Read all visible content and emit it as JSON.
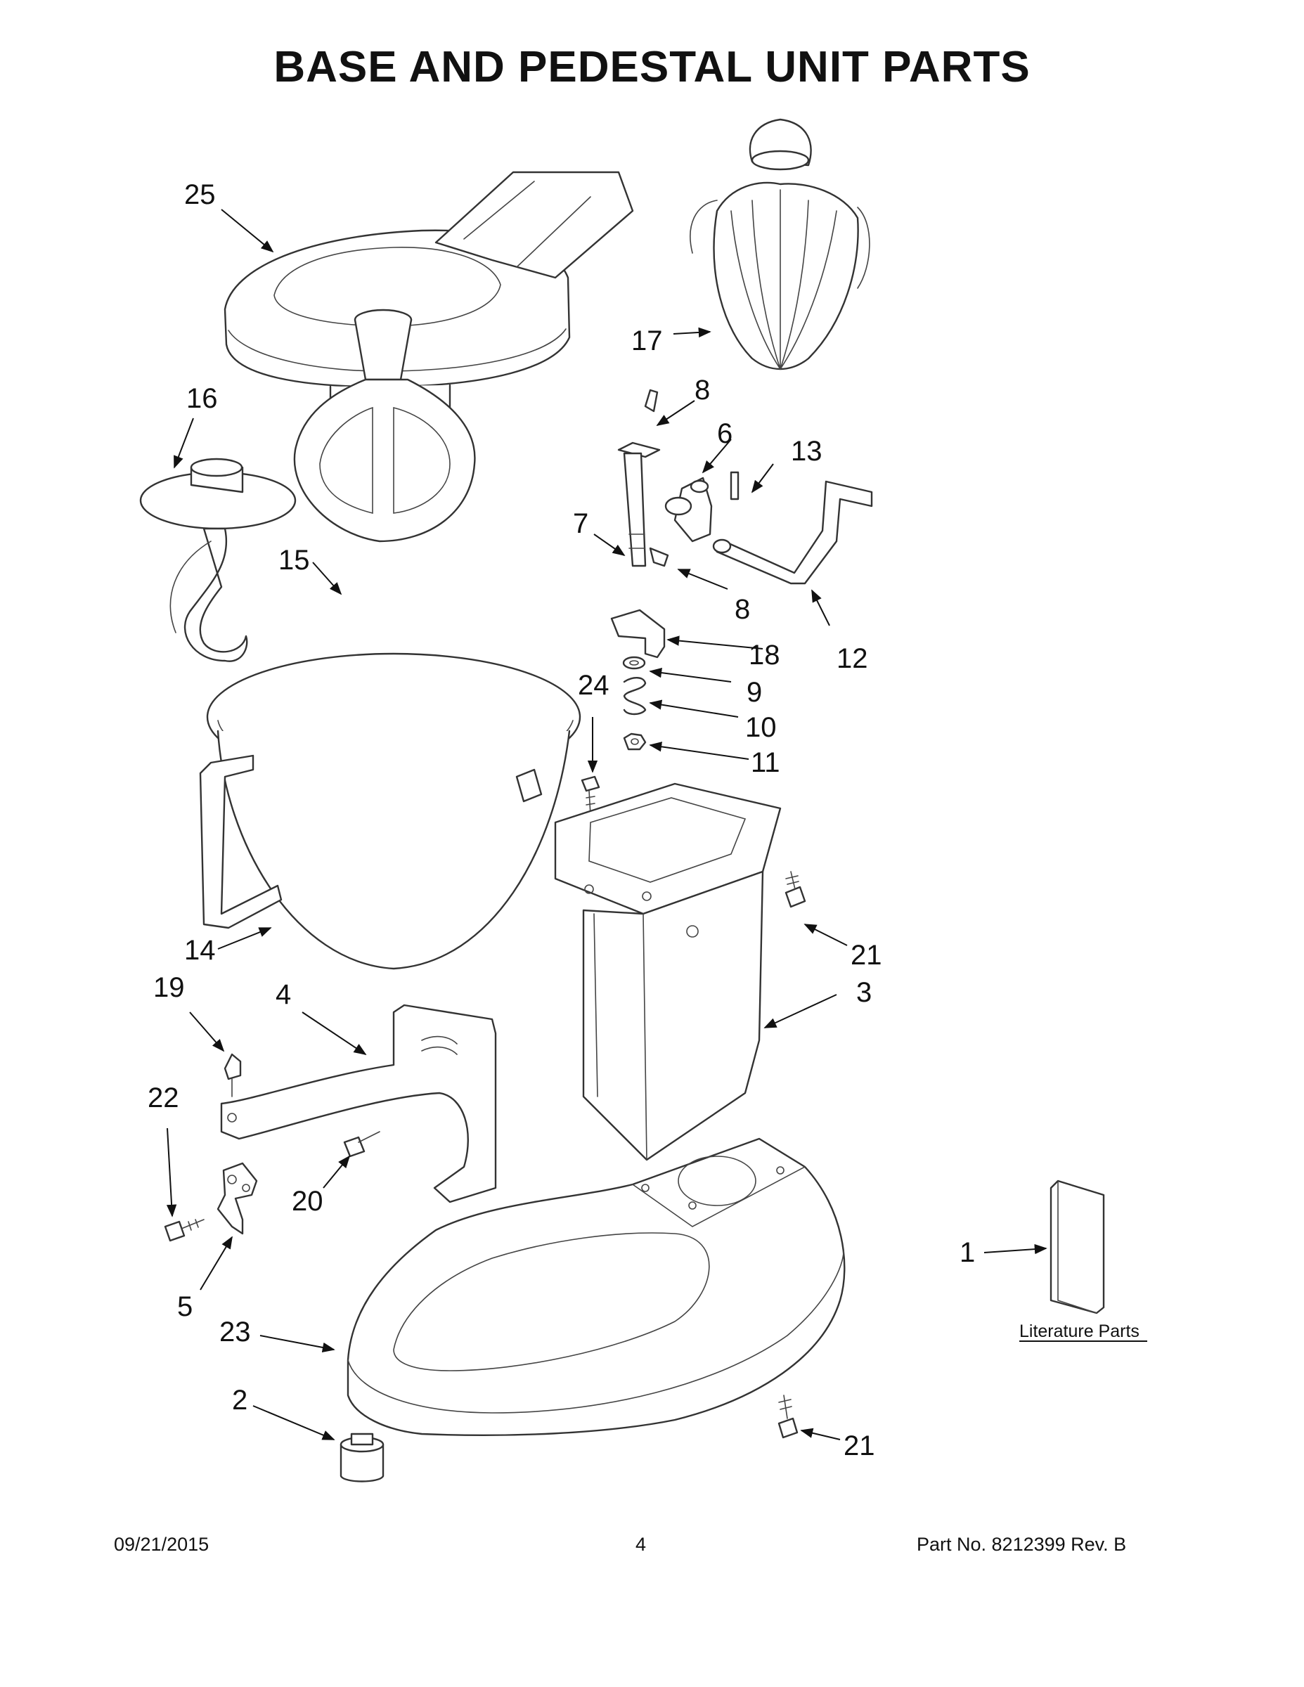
{
  "title": "BASE AND PEDESTAL UNIT PARTS",
  "callouts": {
    "c1": "1",
    "c2": "2",
    "c3": "3",
    "c4": "4",
    "c5": "5",
    "c6": "6",
    "c7": "7",
    "c8a": "8",
    "c8b": "8",
    "c9": "9",
    "c10": "10",
    "c11": "11",
    "c12": "12",
    "c13": "13",
    "c14": "14",
    "c15": "15",
    "c16": "16",
    "c17": "17",
    "c18": "18",
    "c19": "19",
    "c20": "20",
    "c21a": "21",
    "c21b": "21",
    "c22": "22",
    "c23": "23",
    "c24": "24",
    "c25": "25"
  },
  "literature_label": "Literature Parts",
  "footer": {
    "date": "09/21/2015",
    "page": "4",
    "part_number": "Part No.  8212399  Rev.  B"
  }
}
